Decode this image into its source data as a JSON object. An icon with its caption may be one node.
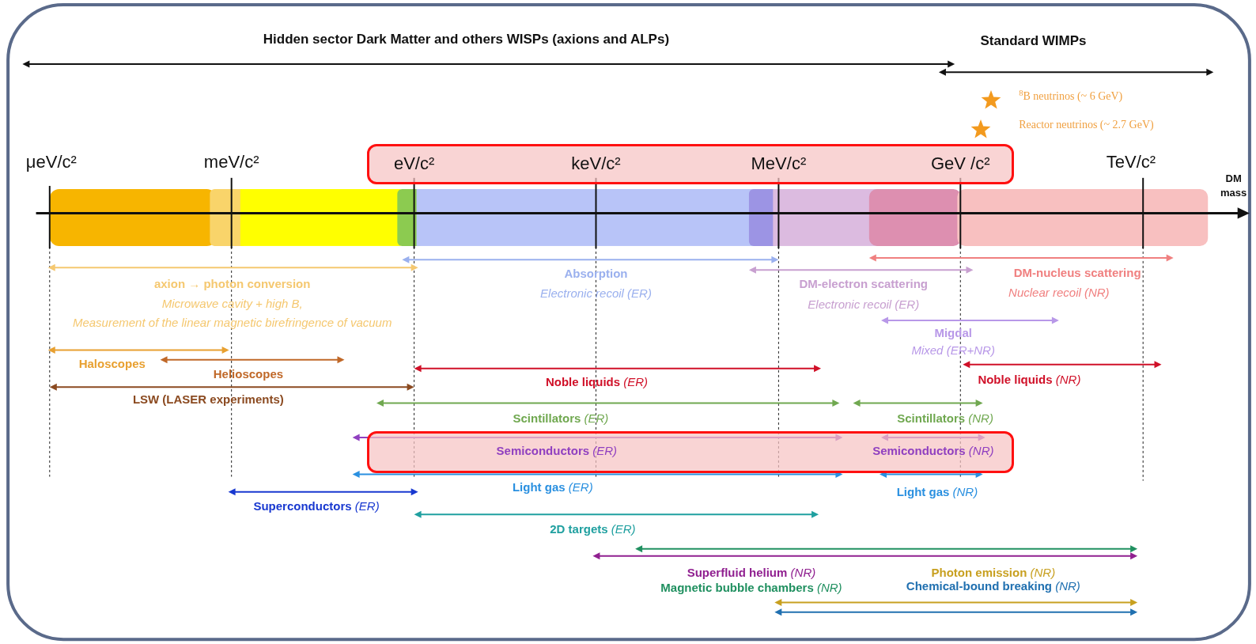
{
  "diagram": {
    "nodes": [
      {
        "text": [
          "eV/c²",
          "keV/c²",
          "MeV/c²",
          "GeV /c²"
        ]
      },
      {
        "text": [
          "**Semiconductors** *(ER)*",
          "**Semiconductors** *(NR)*"
        ]
      }
    ],
    "labels": [
      "Hidden sector Dark Matter and others WISPs (axions and ALPs)",
      "Standard WIMPs",
      "$^{8}$B neutrinos (~ 6 GeV)",
      "Reactor neutrinos (~ 2.7 GeV)",
      "μeV/c²",
      "meV/c²",
      "TeV/c²",
      "DM mass",
      "axion → photon conversion",
      "Absorption",
      "DM-electron scattering",
      "DM-nucleus scattering",
      "Microwave cavity + high B,",
      "Electronic recoil (ER)",
      "Electronic recoil (ER)",
      "Nuclear recoil (NR)",
      "Measurement of the linear magnetic birefringence of vacuum",
      "Migdal",
      "Mixed (ER+NR)",
      "Haloscopes",
      "Helioscopes",
      "**Noble liquids** *(ER)*",
      "**Noble liquids** *(NR)*",
      "LSW (LASER experiments)",
      "**Scintillators** *(ER)*",
      "**Scintillators** *(NR)*",
      "**Light gas** *(ER)*",
      "**Light gas** *(NR)*",
      "**Superconductors** *(ER)*",
      "**2D targets** *(ER)*",
      "**Superfluid helium** *(NR)*",
      "**Photon emission** *(NR)*",
      "**Magnetic bubble chambers** *(NR)*",
      "**Chemical-bound breaking** *(NR)*"
    ]
  }
}
